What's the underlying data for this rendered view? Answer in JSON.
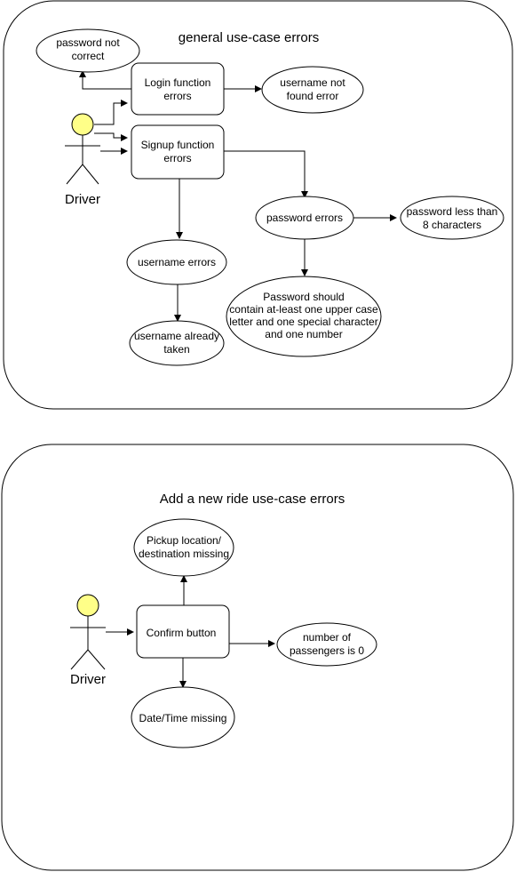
{
  "panels": [
    {
      "id": "p1",
      "title": "general use-case errors"
    },
    {
      "id": "p2",
      "title": "Add a new ride use-case errors"
    }
  ],
  "actors": [
    {
      "id": "a1",
      "label": "Driver"
    },
    {
      "id": "a2",
      "label": "Driver"
    }
  ],
  "nodes": [
    {
      "id": "pw-not-correct",
      "shape": "ellipse",
      "lines": [
        "password not",
        "correct"
      ]
    },
    {
      "id": "login",
      "shape": "rect",
      "lines": [
        "Login function",
        "errors"
      ]
    },
    {
      "id": "user-not-found",
      "shape": "ellipse",
      "lines": [
        "username not",
        "found error"
      ]
    },
    {
      "id": "signup",
      "shape": "rect",
      "lines": [
        "Signup function",
        "errors"
      ]
    },
    {
      "id": "pw-errors",
      "shape": "ellipse",
      "lines": [
        "password errors"
      ]
    },
    {
      "id": "pw-less-8",
      "shape": "ellipse",
      "lines": [
        "password less than",
        "8 characters"
      ]
    },
    {
      "id": "username-errors",
      "shape": "ellipse",
      "lines": [
        "username errors"
      ]
    },
    {
      "id": "pw-rules",
      "shape": "ellipse",
      "lines": [
        "Password should",
        "contain at-least one upper case",
        "letter and one special character",
        "and one number"
      ]
    },
    {
      "id": "username-taken",
      "shape": "ellipse",
      "lines": [
        "username already",
        "taken"
      ]
    },
    {
      "id": "confirm",
      "shape": "rect",
      "lines": [
        "Confirm button"
      ]
    },
    {
      "id": "pickup-missing",
      "shape": "ellipse",
      "lines": [
        "Pickup location/",
        "destination missing"
      ]
    },
    {
      "id": "passengers-zero",
      "shape": "ellipse",
      "lines": [
        "number of",
        "passengers is 0"
      ]
    },
    {
      "id": "datetime-missing",
      "shape": "ellipse",
      "lines": [
        "Date/Time missing"
      ]
    }
  ],
  "edges": [
    {
      "from": "a1",
      "to": "login"
    },
    {
      "from": "a1",
      "to": "signup"
    },
    {
      "from": "login",
      "to": "pw-not-correct"
    },
    {
      "from": "login",
      "to": "user-not-found"
    },
    {
      "from": "signup",
      "to": "pw-errors"
    },
    {
      "from": "signup",
      "to": "username-errors"
    },
    {
      "from": "pw-errors",
      "to": "pw-less-8"
    },
    {
      "from": "pw-errors",
      "to": "pw-rules"
    },
    {
      "from": "username-errors",
      "to": "username-taken"
    },
    {
      "from": "a2",
      "to": "confirm"
    },
    {
      "from": "confirm",
      "to": "pickup-missing"
    },
    {
      "from": "confirm",
      "to": "passengers-zero"
    },
    {
      "from": "confirm",
      "to": "datetime-missing"
    }
  ],
  "colors": {
    "stroke": "#000000",
    "fill": "#ffffff",
    "actor_head": "#ffff88"
  }
}
